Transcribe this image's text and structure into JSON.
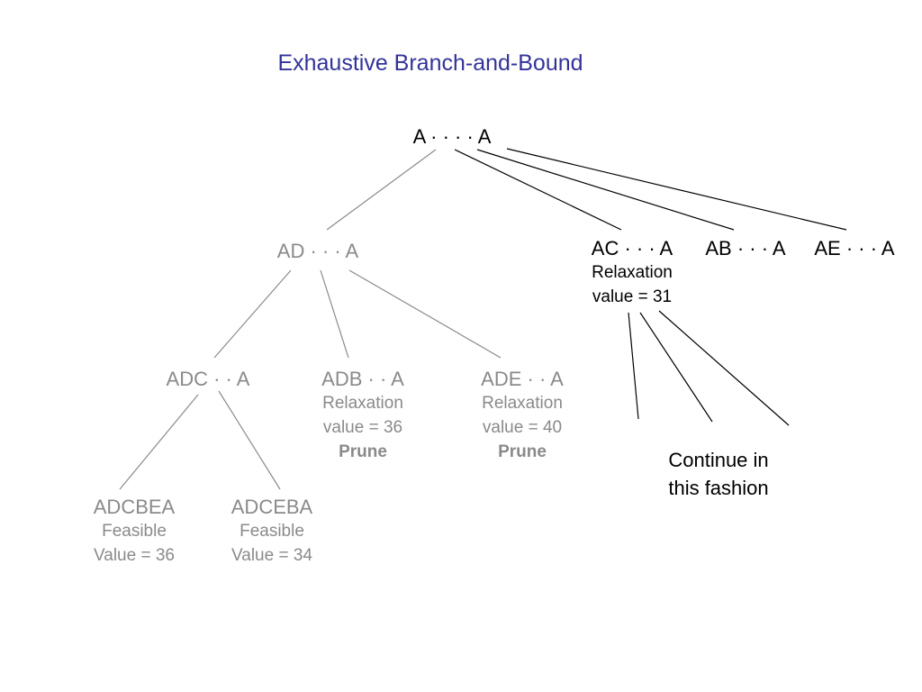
{
  "title": "Exhaustive Branch-and-Bound",
  "nodes": {
    "root": {
      "label": "A · · · · A"
    },
    "ad": {
      "label": "AD · · · A"
    },
    "ac": {
      "label": "AC · · · A",
      "line1": "Relaxation",
      "line2": "value = 31"
    },
    "ab": {
      "label": "AB · · · A"
    },
    "ae": {
      "label": "AE · · · A"
    },
    "adc": {
      "label": "ADC · · A"
    },
    "adb": {
      "label": "ADB · · A",
      "line1": "Relaxation",
      "line2": "value = 36",
      "flag": "Prune"
    },
    "ade": {
      "label": "ADE · · A",
      "line1": "Relaxation",
      "line2": "value = 40",
      "flag": "Prune"
    },
    "adcbea": {
      "label": "ADCBEA",
      "line1": "Feasible",
      "line2": "Value = 36"
    },
    "adceba": {
      "label": "ADCEBA",
      "line1": "Feasible",
      "line2": "Value = 34"
    }
  },
  "note": {
    "line1": "Continue in",
    "line2": "this fashion"
  },
  "colors": {
    "title": "#333399",
    "pruned": "#8a8a8a",
    "active": "#000000"
  }
}
